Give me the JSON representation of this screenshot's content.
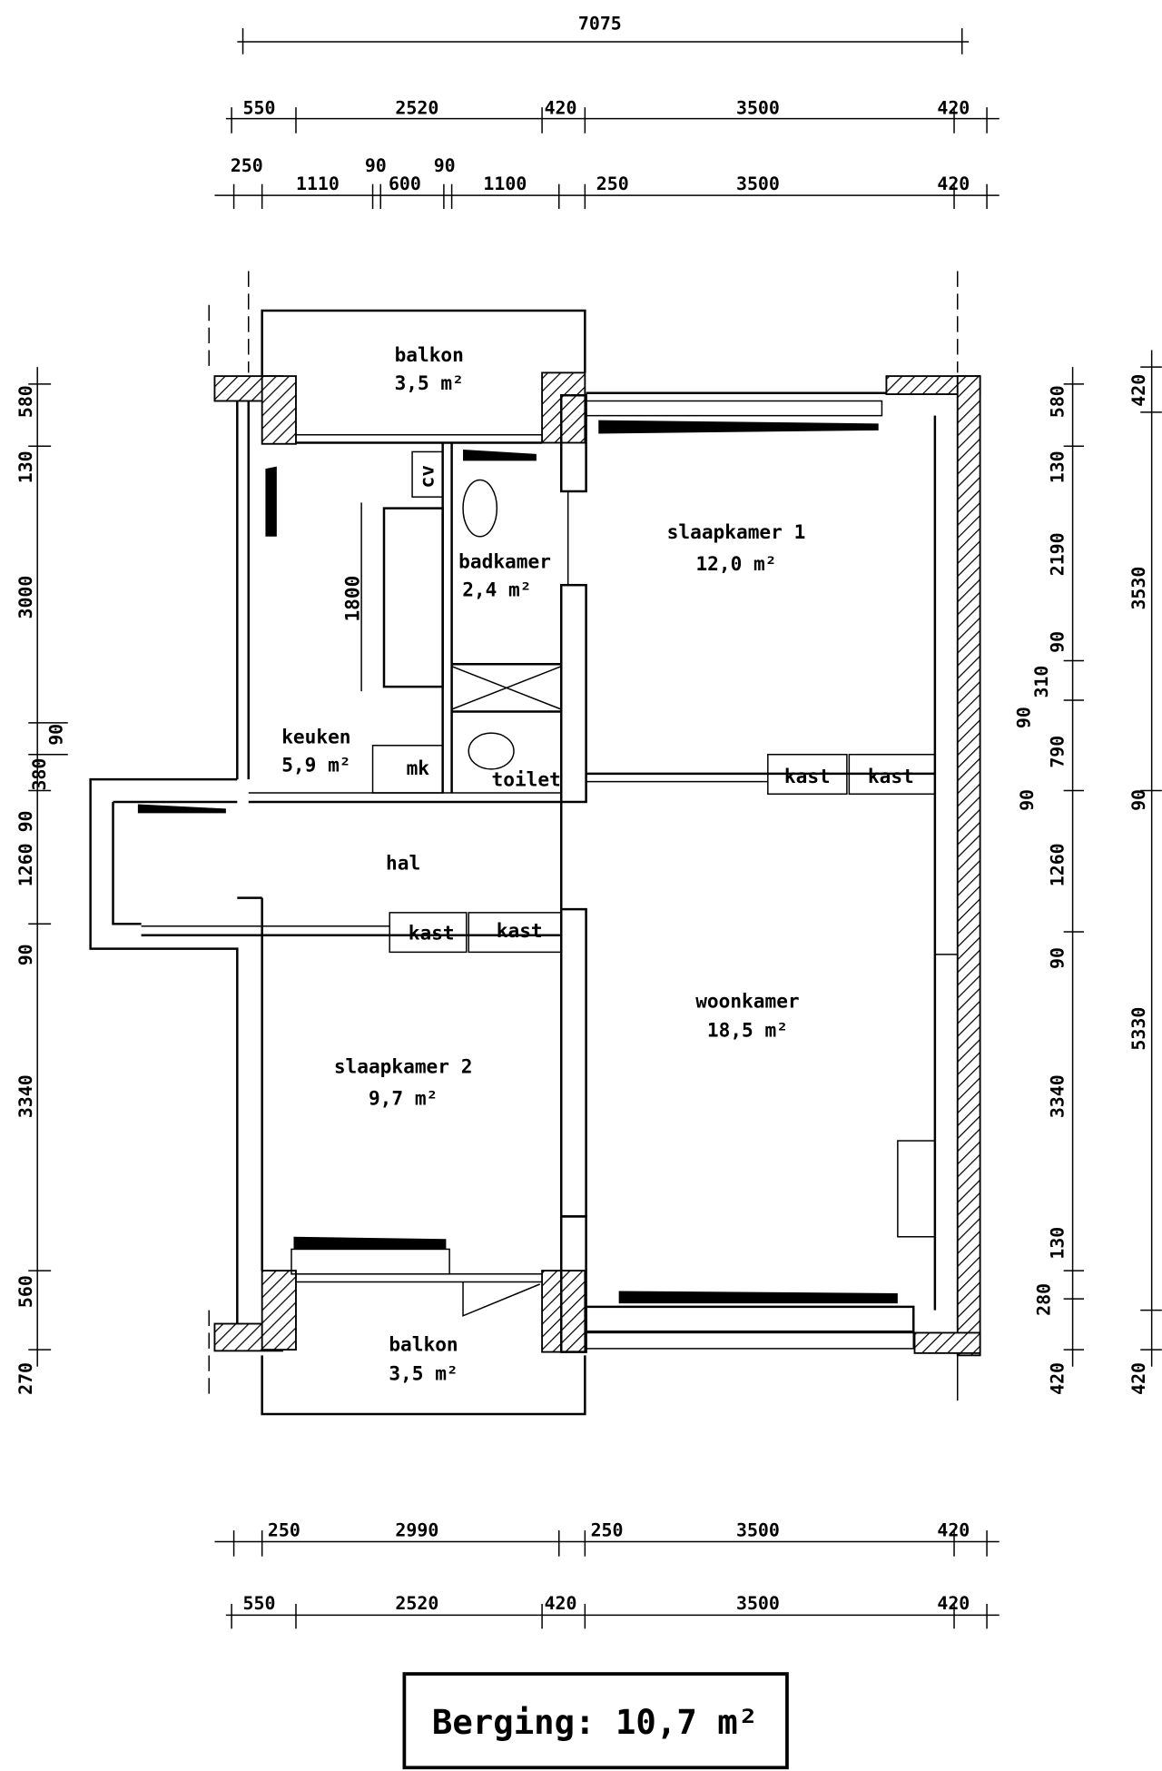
{
  "dimensions": {
    "top_total": "7075",
    "top_row1": [
      "550",
      "2520",
      "420",
      "3500",
      "420"
    ],
    "top_row2": [
      "250",
      "1110",
      "90",
      "600",
      "90",
      "1100",
      "250",
      "3500",
      "420"
    ],
    "left": [
      "580",
      "130",
      "3000",
      "380",
      "90",
      "1260 90",
      "90",
      "3340",
      "560",
      "270"
    ],
    "right_inner": [
      "580",
      "130",
      "2190",
      "90",
      "310",
      "90",
      "790",
      "90",
      "1260",
      "90",
      "3340",
      "130",
      "280",
      "420"
    ],
    "right_outer": [
      "420",
      "3530",
      "90",
      "5330",
      "420"
    ],
    "bottom_row1": [
      "250",
      "2990",
      "250",
      "3500",
      "420"
    ],
    "bottom_row2": [
      "550",
      "2520",
      "420",
      "3500",
      "420"
    ],
    "counter_length": "1800"
  },
  "rooms": {
    "balkon_top": {
      "name": "balkon",
      "area": "3,5 m²"
    },
    "badkamer": {
      "name": "badkamer",
      "area": "2,4 m²"
    },
    "slaapkamer1": {
      "name": "slaapkamer 1",
      "area": "12,0 m²"
    },
    "keuken": {
      "name": "keuken",
      "area": "5,9 m²"
    },
    "hal": {
      "name": "hal"
    },
    "woonkamer": {
      "name": "woonkamer",
      "area": "18,5 m²"
    },
    "slaapkamer2": {
      "name": "slaapkamer 2",
      "area": "9,7 m²"
    },
    "balkon_bottom": {
      "name": "balkon",
      "area": "3,5 m²"
    }
  },
  "fixtures": {
    "cv": "cv",
    "mk": "mk",
    "toilet": "toilet",
    "kast": "kast"
  },
  "storage": {
    "label": "Berging: 10,7 m²"
  }
}
